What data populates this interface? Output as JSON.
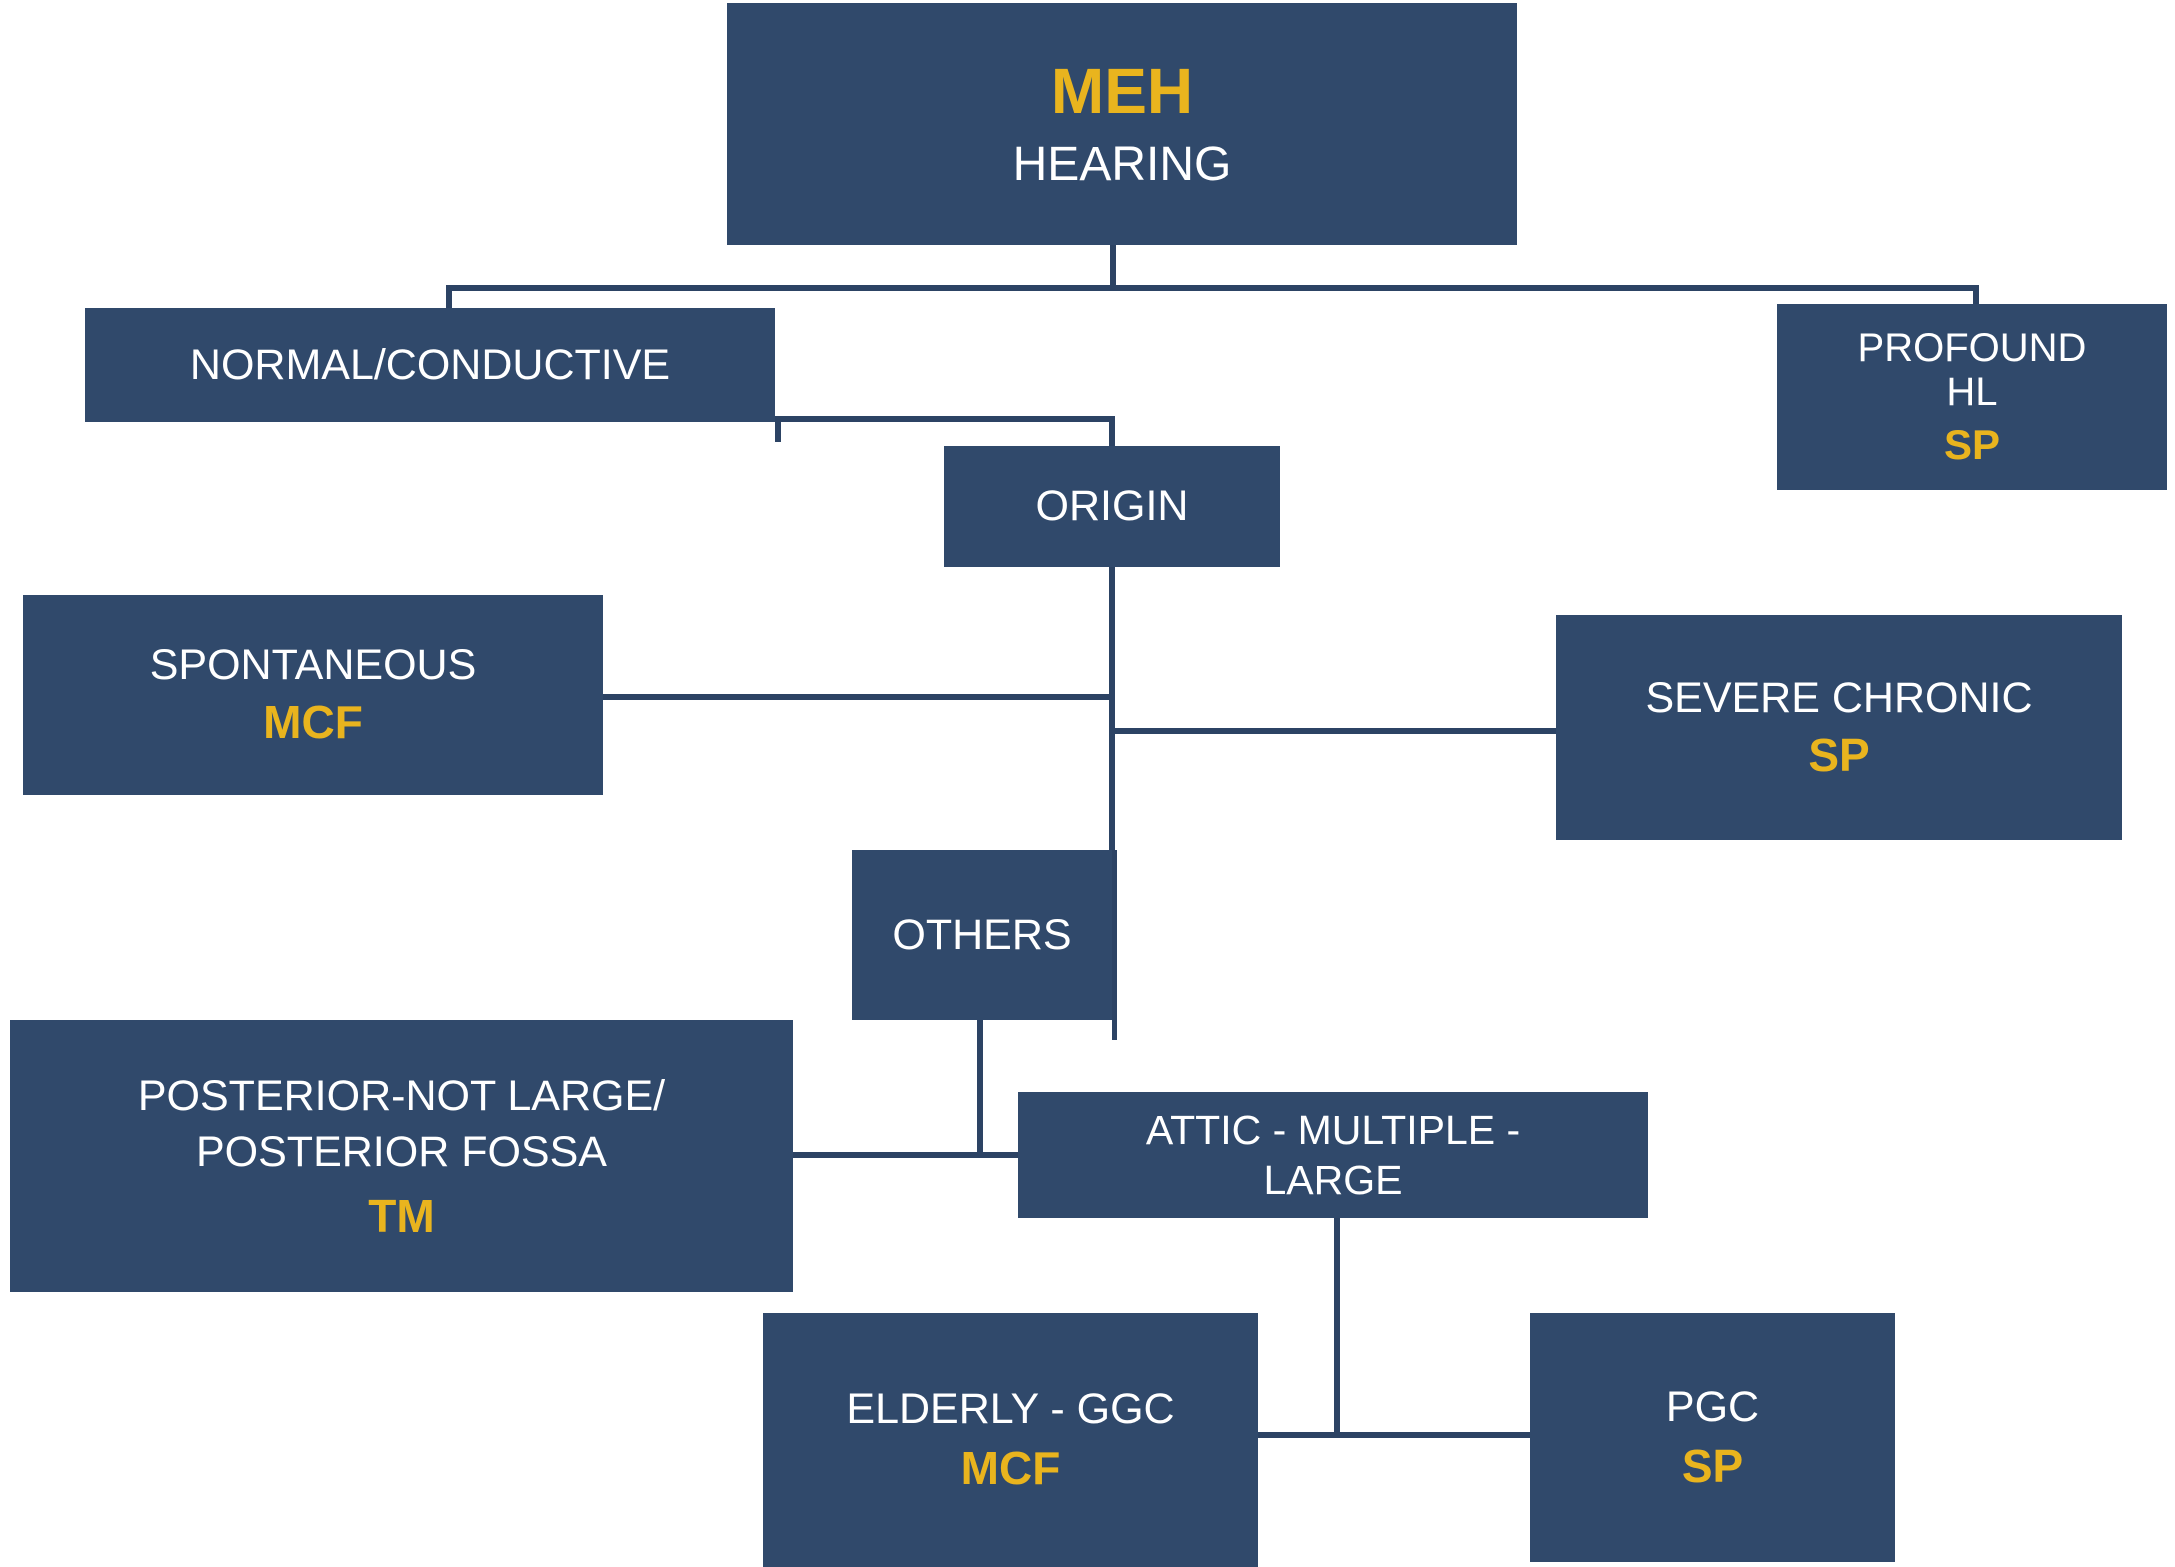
{
  "diagram": {
    "title": "MEH HEARING decision flowchart",
    "colors": {
      "node_fill": "#30496B",
      "accent_gold": "#E9B41E",
      "text_white": "#FFFFFF",
      "connector": "#2C4364",
      "background": "#FFFFFF"
    }
  },
  "nodes": {
    "root": {
      "label_top": "MEH",
      "label_bottom": "HEARING"
    },
    "normal_conductive": {
      "label": "NORMAL/CONDUCTIVE"
    },
    "profound_hl": {
      "label": "PROFOUND\nHL",
      "code": "SP"
    },
    "origin": {
      "label": "ORIGIN"
    },
    "spontaneous": {
      "label": "SPONTANEOUS",
      "code": "MCF"
    },
    "severe_chronic": {
      "label": "SEVERE CHRONIC",
      "code": "SP"
    },
    "others": {
      "label": "OTHERS"
    },
    "posterior": {
      "label": "POSTERIOR-NOT LARGE/\nPOSTERIOR FOSSA",
      "code": "TM"
    },
    "attic": {
      "label": "ATTIC - MULTIPLE -\nLARGE"
    },
    "elderly_ggc": {
      "label": "ELDERLY - GGC",
      "code": "MCF"
    },
    "pgc": {
      "label": "PGC",
      "code": "SP"
    }
  }
}
